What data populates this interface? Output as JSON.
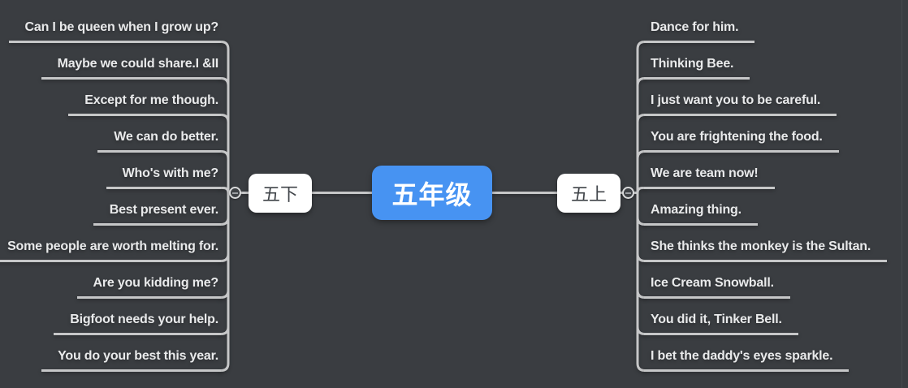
{
  "canvas": {
    "background_color": "#3a3d41",
    "line_color": "#c6c7c8"
  },
  "root": {
    "label": "五年级",
    "fill_color": "#4793f2",
    "text_color": "#ffffff"
  },
  "branches": [
    {
      "label": "五下",
      "side": "left",
      "collapse_icon": "minus-icon",
      "items": [
        "Can I be queen when I grow up?",
        "Maybe we could share.I &II",
        "Except for me though.",
        "We can do better.",
        "Who's with me?",
        "Best present ever.",
        "Some people are worth melting for.",
        "Are you kidding me?",
        "Bigfoot needs your help.",
        "You do your best this year."
      ]
    },
    {
      "label": "五上",
      "side": "right",
      "collapse_icon": "minus-icon",
      "items": [
        "Dance for him.",
        "Thinking Bee.",
        "I just want you to be careful.",
        "You are frightening the food.",
        "We are team now!",
        "Amazing thing.",
        "She thinks the monkey is the Sultan.",
        "Ice Cream Snowball.",
        "You did it, Tinker Bell.",
        "I bet the daddy's eyes sparkle."
      ]
    }
  ]
}
